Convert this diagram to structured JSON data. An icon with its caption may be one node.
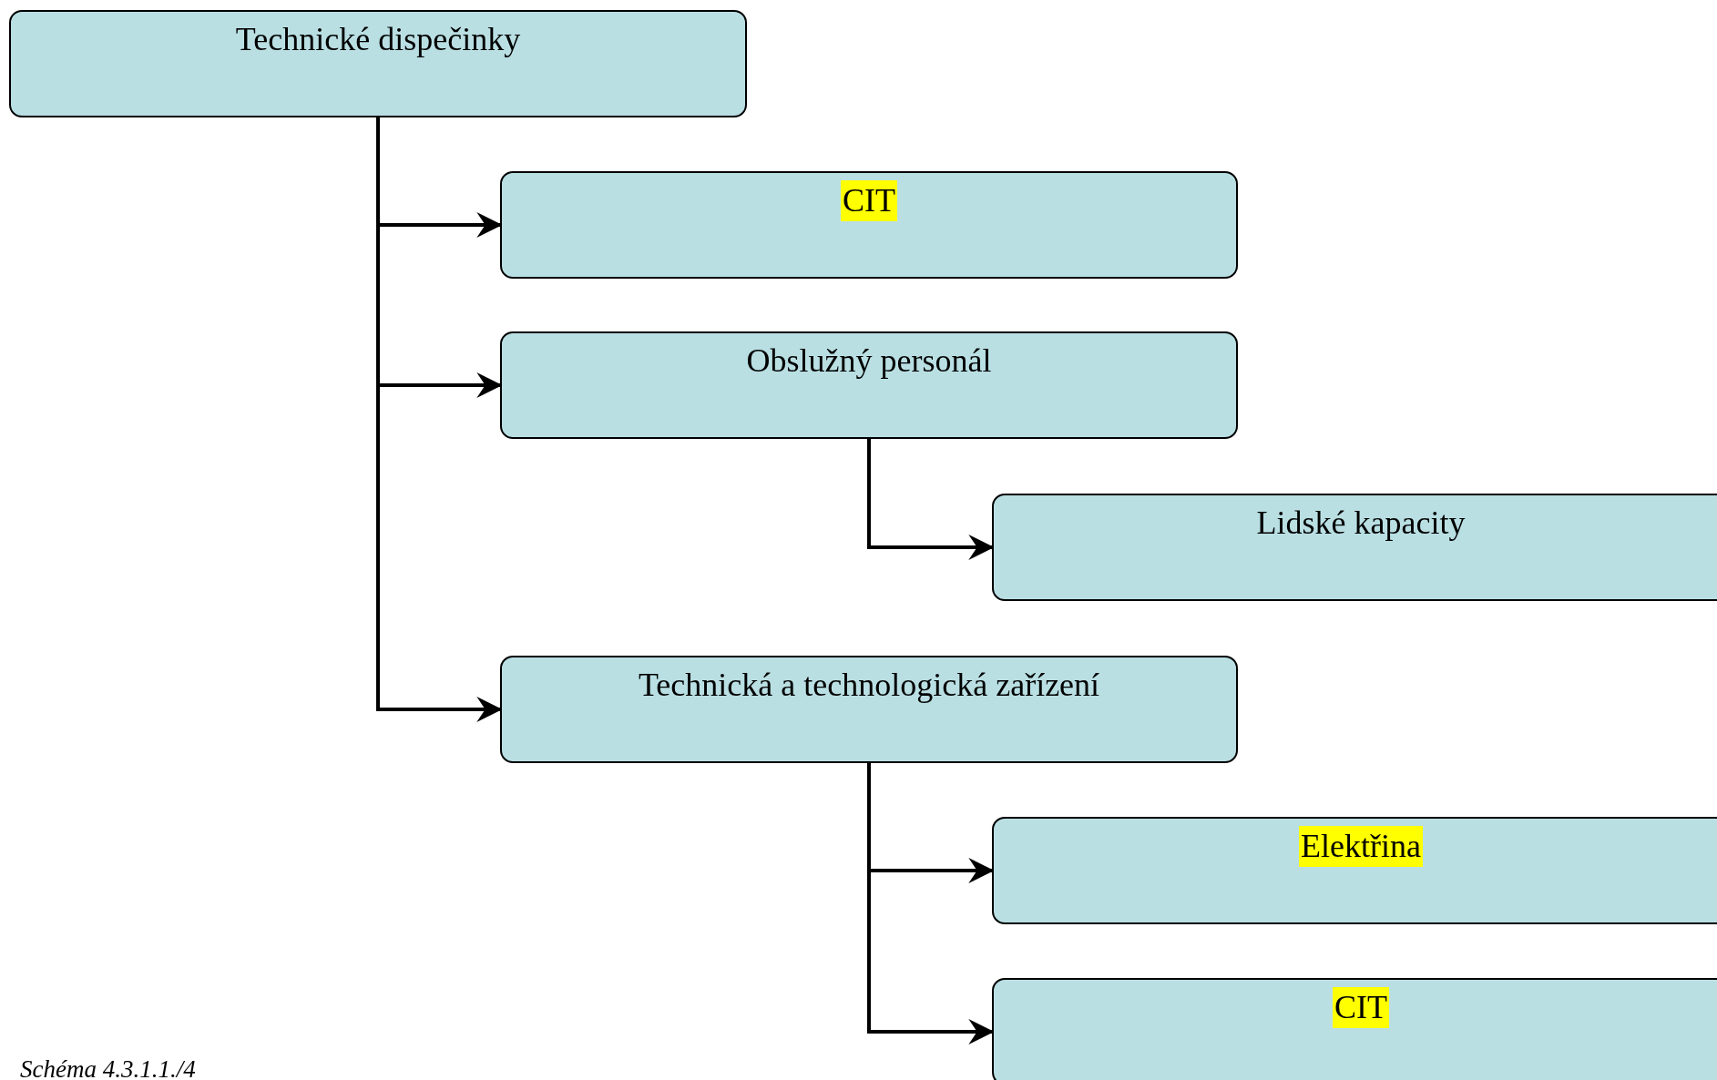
{
  "diagram": {
    "caption": "Schéma 4.3.1.1./4",
    "nodes": [
      {
        "text": [
          "Technické dispečinky"
        ]
      },
      {
        "text": [
          "CIT"
        ]
      },
      {
        "text": [
          "Obslužný personál"
        ]
      },
      {
        "text": [
          "Lidské kapacity"
        ]
      },
      {
        "text": [
          "Technická a technologická zařízení"
        ]
      },
      {
        "text": [
          "Elektřina"
        ]
      },
      {
        "text": [
          "CIT"
        ]
      }
    ],
    "edges": [
      {
        "from": 0,
        "to": 1,
        "arrow": "to"
      },
      {
        "from": 0,
        "to": 2,
        "arrow": "to"
      },
      {
        "from": 0,
        "to": 4,
        "arrow": "to"
      },
      {
        "from": 2,
        "to": 3,
        "arrow": "to"
      },
      {
        "from": 4,
        "to": 5,
        "arrow": "to"
      },
      {
        "from": 4,
        "to": 6,
        "arrow": "to"
      }
    ]
  }
}
